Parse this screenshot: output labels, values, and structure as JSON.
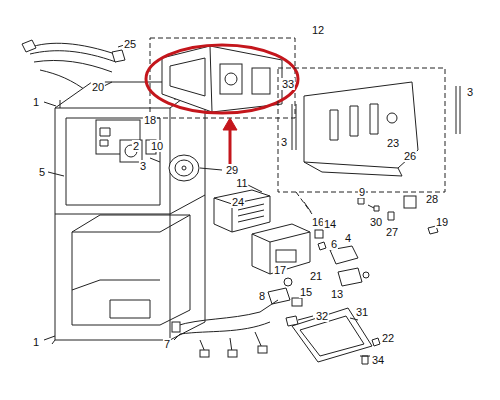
{
  "diagram": {
    "labels": [
      "25",
      "20",
      "12",
      "1",
      "18",
      "2",
      "10",
      "3",
      "5",
      "29",
      "33",
      "3",
      "3",
      "23",
      "26",
      "11",
      "24",
      "16",
      "9",
      "30",
      "28",
      "27",
      "19",
      "14",
      "6",
      "21",
      "4",
      "13",
      "17",
      "8",
      "15",
      "32",
      "7",
      "31",
      "22",
      "34",
      "1"
    ]
  }
}
